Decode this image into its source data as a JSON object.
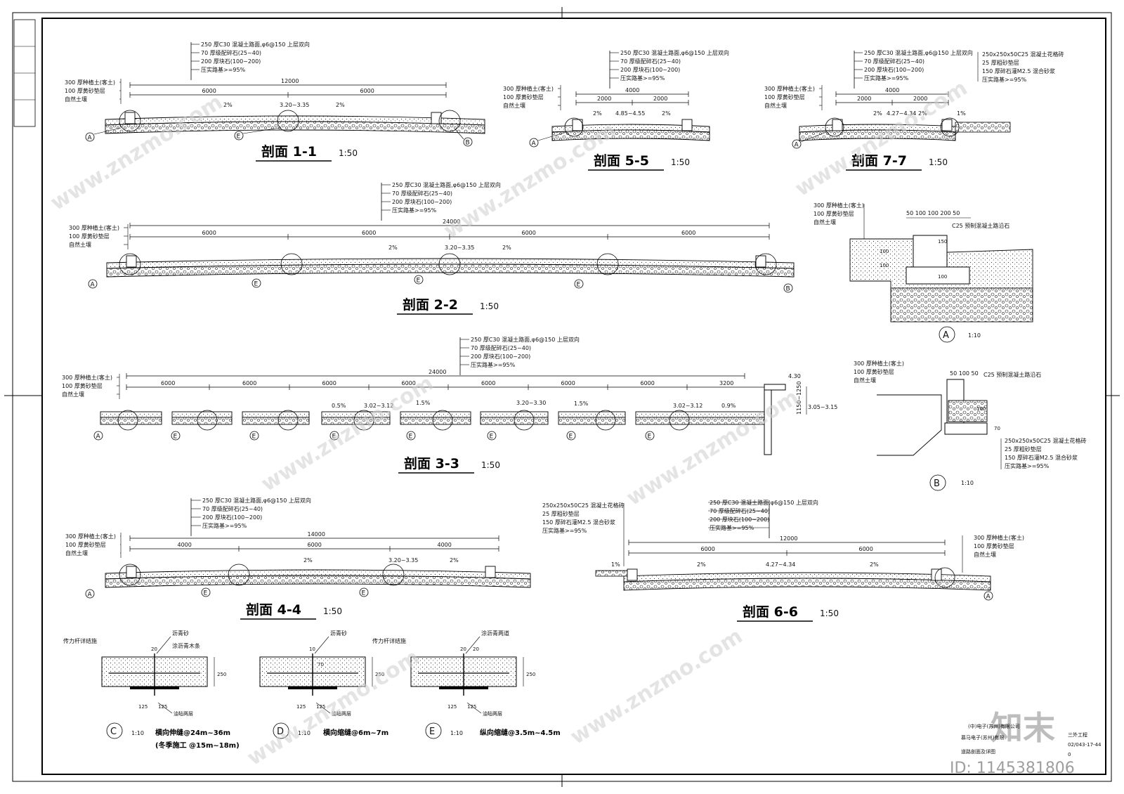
{
  "layers": {
    "l1": "250 厚C30 混凝土路面,φ6@150  上层双向",
    "l2": "70  厚级配碎石(25~40)",
    "l3": "200  厚块石(100~200)",
    "l4": "压实路基>=95%"
  },
  "base": {
    "b1": "300 厚种植土(客土)",
    "b2": "100 厚黄砂垫层",
    "b3": "自然土壤"
  },
  "paver": {
    "p1": "250x250x50C25   混凝土花格砖",
    "p2": "25 厚粗砂垫层",
    "p3": "150 厚碎石灌M2.5  混合砂浆",
    "p4": "压实路基>=95%"
  },
  "sections": {
    "s11": {
      "title": "剖面 1-1",
      "scale": "1:50",
      "total": "12000",
      "d1": "6000",
      "d2": "6000",
      "elev": "3.20~3.35",
      "slope": "2%"
    },
    "s55": {
      "title": "剖面 5-5",
      "scale": "1:50",
      "total": "4000",
      "d1": "2000",
      "d2": "2000",
      "elev": "4.85~4.55",
      "slope": "2%"
    },
    "s77": {
      "title": "剖面 7-7",
      "scale": "1:50",
      "total": "4000",
      "d1": "2000",
      "d2": "2000",
      "elev": "4.27~4.34",
      "slope": "2%",
      "slope_side": "1%"
    },
    "s22": {
      "title": "剖面 2-2",
      "scale": "1:50",
      "total": "24000",
      "d": "6000",
      "elev": "3.20~3.35",
      "slope": "2%"
    },
    "s33": {
      "title": "剖面 3-3",
      "scale": "1:50",
      "total": "24000",
      "d": "6000",
      "d_last": "3200",
      "e1": "3.02~3.12",
      "e2": "3.20~3.30",
      "e3": "3.02~3.12",
      "s1": "0.5%",
      "s2": "1.5%",
      "s3": "1.5%",
      "s4": "0.9%",
      "wall_top": "4.30",
      "wall_h": "1150~1250",
      "wall_low": "3.05~3.15"
    },
    "s44": {
      "title": "剖面 4-4",
      "scale": "1:50",
      "total": "14000",
      "d1": "4000",
      "d2": "6000",
      "d3": "4000",
      "elev": "3.20~3.35",
      "slope": "2%"
    },
    "s66": {
      "title": "剖面 6-6",
      "scale": "1:50",
      "total": "12000",
      "d1": "6000",
      "d2": "6000",
      "elev": "4.27~4.34",
      "slope": "2%",
      "slope_side": "1%"
    }
  },
  "detailA": {
    "label": "A",
    "scale": "1:10",
    "dims": "50 100 100  200  50",
    "curb": "C25  预制混凝土路沿石",
    "v1": "100",
    "v2": "100",
    "v3": "150",
    "v4": "100"
  },
  "detailB": {
    "label": "B",
    "scale": "1:10",
    "dims": "50 100 50",
    "curb": "C25  预制混凝土路沿石",
    "v1": "100",
    "v2": "70"
  },
  "joints": {
    "C": {
      "label": "C",
      "scale": "1:10",
      "name": "横向伸缝@24m~36m",
      "note": "(冬季施工 @15m~18m)",
      "top": "沥青砂",
      "side": "涂沥青木条",
      "bar": "传力杆详结施",
      "w": "125",
      "h": "250",
      "gap": "20",
      "under": "油毡两层"
    },
    "D": {
      "label": "D",
      "scale": "1:10",
      "name": "横向缩缝@6m~7m",
      "top": "沥青砂",
      "w": "125",
      "h": "250",
      "gap": "10",
      "depth": "70",
      "under": "油毡两层"
    },
    "E": {
      "label": "E",
      "scale": "1:10",
      "name": "纵向缩缝@3.5m~4.5m",
      "top": "涂沥青两道",
      "bar": "传力杆详结施",
      "w": "125",
      "h": "250",
      "gap": "20",
      "g2": "20",
      "under": "油毡两层"
    }
  },
  "markers": {
    "a": "A",
    "b": "B",
    "e": "E"
  },
  "titleblock": {
    "line1": "(中)电子(苏州)有限公司",
    "line2": "慕马电子(苏州)有限  ",
    "line3": "三外工程",
    "code": "02/043-17-44",
    "name": "道路剖面及详图",
    "sheet": "0"
  },
  "watermark": {
    "brand": "知末",
    "id": "ID: 1145381806",
    "site": "www.znzmo.com"
  }
}
